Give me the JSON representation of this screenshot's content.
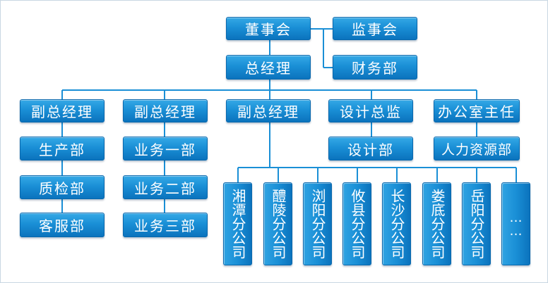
{
  "org": {
    "board": "董事会",
    "supervisory": "监事会",
    "gm": "总经理",
    "finance": "财务部",
    "vp1": "副总经理",
    "vp2": "副总经理",
    "vp3": "副总经理",
    "design_director": "设计总监",
    "office_director": "办公室主任",
    "production": "生产部",
    "quality": "质检部",
    "customer_service": "客服部",
    "biz1": "业务一部",
    "biz2": "业务二部",
    "biz3": "业务三部",
    "design_dept": "设计部",
    "hr": "人力资源部",
    "branches": [
      "湘潭分公司",
      "醴陵分公司",
      "浏阳分公司",
      "攸县分公司",
      "长沙分公司",
      "娄底分公司",
      "岳阳分公司"
    ],
    "more": "……"
  },
  "colors": {
    "box_top": "#35a9e6",
    "box_bottom": "#0b73bd",
    "line": "#1a8fd6"
  }
}
